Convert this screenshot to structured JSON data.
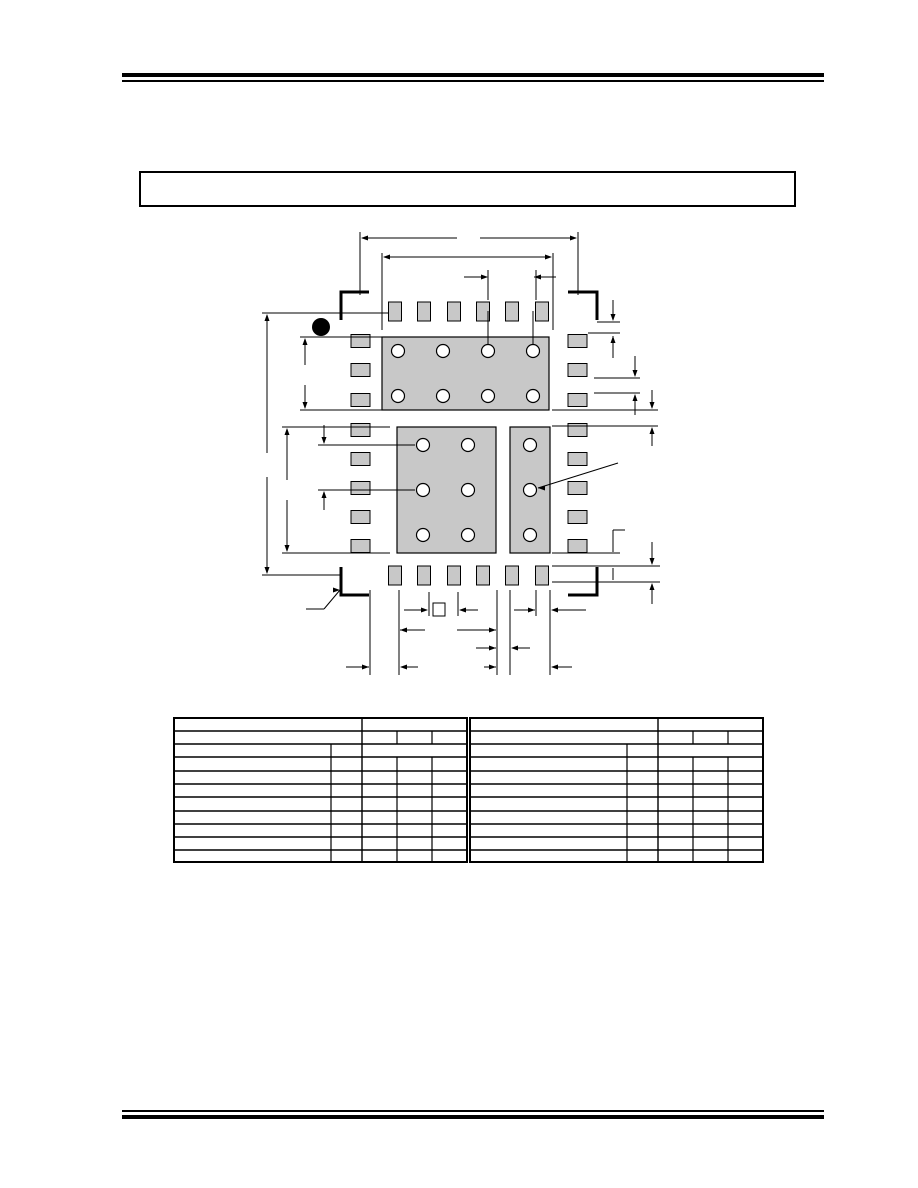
{
  "page": {
    "title_box_text": ""
  },
  "diagram": {
    "colors": {
      "line": "#000000",
      "pad_fill": "#c8c8c8",
      "via_fill": "#ffffff",
      "pin1_marker": "#000000"
    },
    "top_pads_count": 6,
    "bottom_pads_count": 6,
    "left_pads_count": 8,
    "right_pads_count": 8,
    "center_pad_a_vias": 8,
    "center_pad_b_vias": 6,
    "center_pad_c_vias": 3
  },
  "table": {
    "rows": 10,
    "halves": 2
  }
}
